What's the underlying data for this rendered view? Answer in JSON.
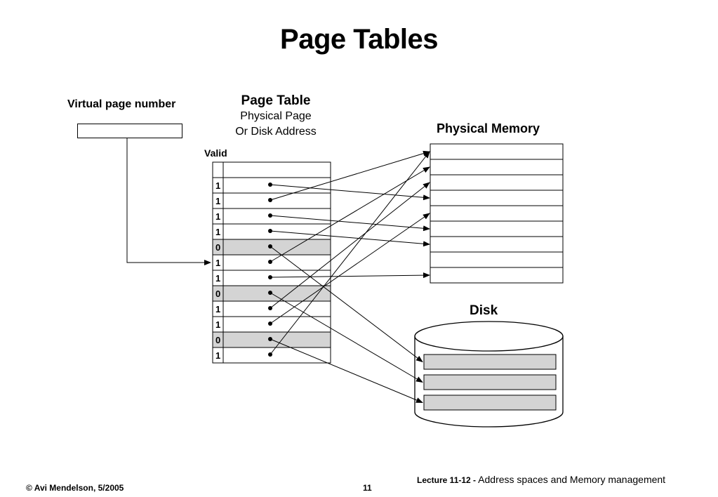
{
  "title": "Page Tables",
  "virtual_page_number_label": "Virtual page number",
  "page_table": {
    "title": "Page Table",
    "subtitle_line1": "Physical Page",
    "subtitle_line2": "Or Disk Address",
    "valid_label": "Valid",
    "entries": [
      {
        "valid": "1",
        "target": "mem",
        "index": 3
      },
      {
        "valid": "1",
        "target": "mem",
        "index": 0
      },
      {
        "valid": "1",
        "target": "mem",
        "index": 5
      },
      {
        "valid": "1",
        "target": "mem",
        "index": 6
      },
      {
        "valid": "0",
        "target": "disk",
        "index": 0
      },
      {
        "valid": "1",
        "target": "mem",
        "index": 1
      },
      {
        "valid": "1",
        "target": "mem",
        "index": 8
      },
      {
        "valid": "0",
        "target": "disk",
        "index": 1
      },
      {
        "valid": "1",
        "target": "mem",
        "index": 2
      },
      {
        "valid": "1",
        "target": "mem",
        "index": 4
      },
      {
        "valid": "0",
        "target": "disk",
        "index": 2
      },
      {
        "valid": "1",
        "target": "mem",
        "index": 0
      }
    ]
  },
  "physical_memory": {
    "label": "Physical Memory",
    "frames": 9
  },
  "disk": {
    "label": "Disk",
    "blocks": 3
  },
  "footer": {
    "author": "© Avi Mendelson, 5/2005",
    "page": "11",
    "lecture": "Lecture 11-12 -",
    "topic": " Address spaces and Memory management"
  },
  "colors": {
    "invalid_row": "#d4d4d4",
    "disk_block": "#d4d4d4",
    "line": "#000000"
  }
}
